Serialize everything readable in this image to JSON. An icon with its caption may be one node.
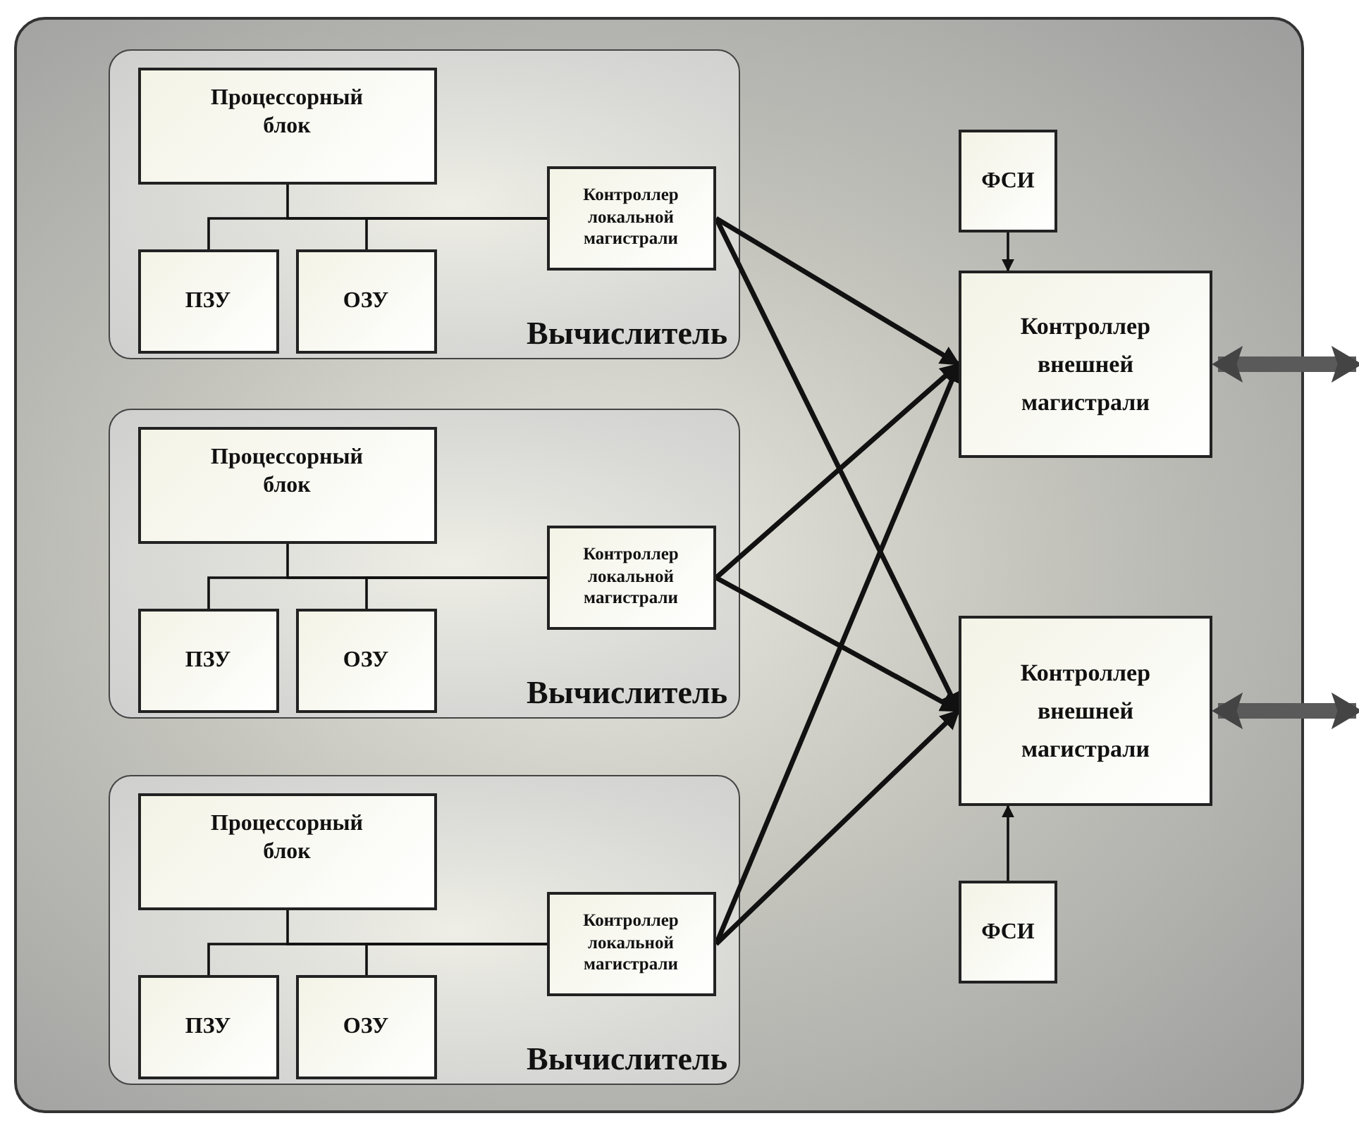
{
  "diagram": {
    "nodes": [
      {
        "text": [],
        "shape": "box"
      },
      {
        "text": [
          "Вычислитель"
        ],
        "in": 0
      },
      {
        "text": [
          "Процессорный блок"
        ],
        "in": 1
      },
      {
        "text": [
          "ПЗУ"
        ],
        "in": 1
      },
      {
        "text": [
          "ОЗУ"
        ],
        "in": 1
      },
      {
        "text": [
          "Контроллер локальной магистрали"
        ],
        "in": 1
      },
      {
        "text": [
          "Вычислитель"
        ],
        "in": 0
      },
      {
        "text": [
          "Процессорный блок"
        ],
        "in": 6
      },
      {
        "text": [
          "ПЗУ"
        ],
        "in": 6
      },
      {
        "text": [
          "ОЗУ"
        ],
        "in": 6
      },
      {
        "text": [
          "Контроллер локальной магистрали"
        ],
        "in": 6
      },
      {
        "text": [
          "Вычислитель"
        ],
        "in": 0
      },
      {
        "text": [
          "Процессорный блок"
        ],
        "in": 11
      },
      {
        "text": [
          "ПЗУ"
        ],
        "in": 11
      },
      {
        "text": [
          "ОЗУ"
        ],
        "in": 11
      },
      {
        "text": [
          "Контроллер локальной магистрали"
        ],
        "in": 11
      },
      {
        "text": [
          "ФСИ"
        ],
        "in": 0
      },
      {
        "text": [
          "Контроллер внешней магистрали"
        ],
        "in": 0
      },
      {
        "text": [
          "Контроллер внешней магистрали"
        ],
        "in": 0
      },
      {
        "text": [
          "ФСИ"
        ],
        "in": 0
      }
    ],
    "edges": [
      {
        "from": 2,
        "to": 5,
        "arrow": "none"
      },
      {
        "from": 3,
        "to": 5,
        "arrow": "none"
      },
      {
        "from": 4,
        "to": 5,
        "arrow": "none"
      },
      {
        "from": 7,
        "to": 10,
        "arrow": "none"
      },
      {
        "from": 8,
        "to": 10,
        "arrow": "none"
      },
      {
        "from": 9,
        "to": 10,
        "arrow": "none"
      },
      {
        "from": 12,
        "to": 15,
        "arrow": "none"
      },
      {
        "from": 13,
        "to": 15,
        "arrow": "none"
      },
      {
        "from": 14,
        "to": 15,
        "arrow": "none"
      },
      {
        "from": 5,
        "to": 17,
        "arrow": "to",
        "style": "thick"
      },
      {
        "from": 5,
        "to": 18,
        "arrow": "to",
        "style": "thick"
      },
      {
        "from": 10,
        "to": 17,
        "arrow": "to",
        "style": "thick"
      },
      {
        "from": 10,
        "to": 18,
        "arrow": "to",
        "style": "thick"
      },
      {
        "from": 15,
        "to": 17,
        "arrow": "to",
        "style": "thick"
      },
      {
        "from": 15,
        "to": 18,
        "arrow": "to",
        "style": "thick"
      },
      {
        "from": 16,
        "to": 17,
        "arrow": "to"
      },
      {
        "from": 19,
        "to": 18,
        "arrow": "to"
      },
      {
        "from": 17,
        "to": null,
        "arrow": "both",
        "style": "thick",
        "color": "#5a5a5a"
      },
      {
        "from": 18,
        "to": null,
        "arrow": "both",
        "style": "thick",
        "color": "#5a5a5a"
      }
    ]
  }
}
